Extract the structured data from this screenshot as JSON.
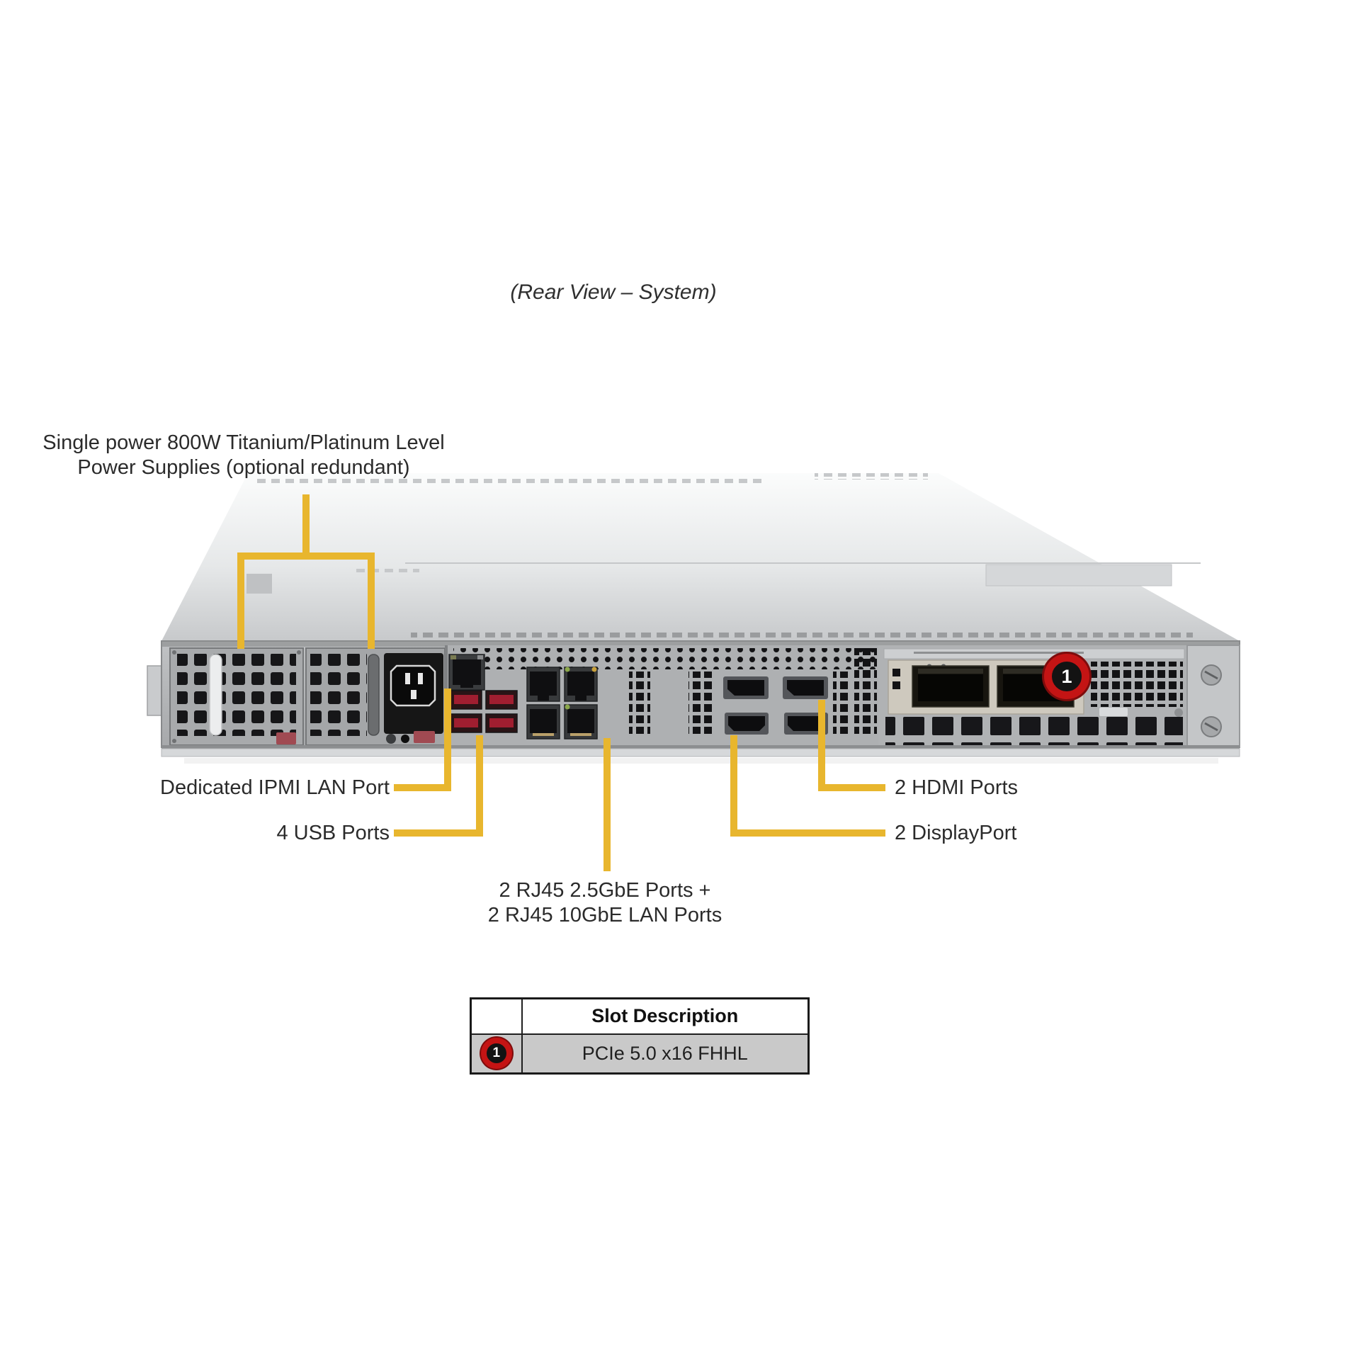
{
  "title": "(Rear View – System)",
  "labels": {
    "psu": {
      "line1": "Single power 800W Titanium/Platinum Level",
      "line2": "Power Supplies (optional redundant)"
    },
    "ipmi": "Dedicated IPMI LAN Port",
    "usb": "4 USB Ports",
    "hdmi": "2 HDMI Ports",
    "displayport": "2 DisplayPort",
    "rj45": {
      "line1": "2 RJ45 2.5GbE Ports +",
      "line2": "2 RJ45 10GbE LAN Ports"
    }
  },
  "badges": {
    "slot": "1"
  },
  "table": {
    "headers": [
      "",
      "Slot Description"
    ],
    "rows": [
      {
        "badge": "1",
        "description": "PCIe 5.0 x16 FHHL"
      }
    ]
  },
  "colors": {
    "callout_yellow": "#E8B62E",
    "badge_red": "#C41414",
    "table_row_bg": "#C9C9C9"
  }
}
